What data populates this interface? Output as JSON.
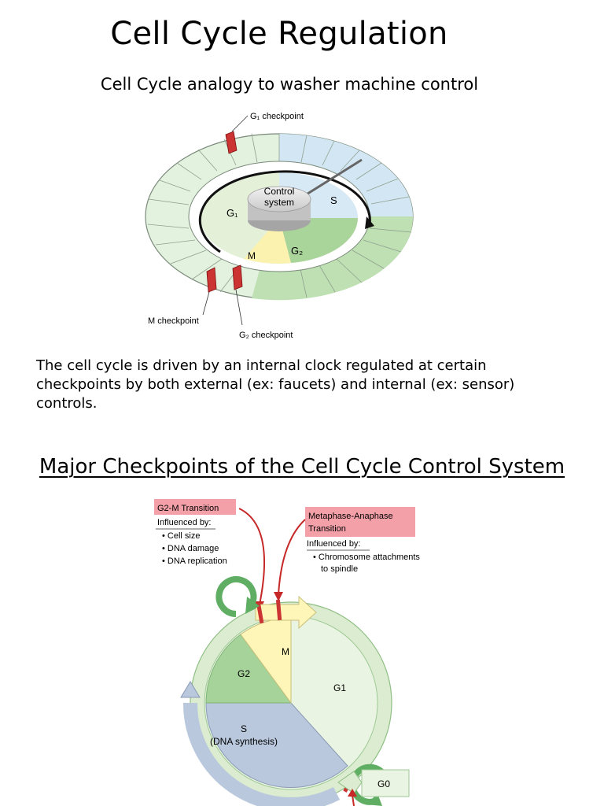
{
  "page": {
    "title": "Cell Cycle Regulation",
    "subtitle": "Cell Cycle analogy to washer machine control",
    "paragraph": "The cell cycle is driven by an internal clock regulated at certain checkpoints by both external (ex: faucets) and internal (ex: sensor) controls.",
    "heading2": "Major Checkpoints of the Cell Cycle Control System"
  },
  "figure1": {
    "g1_checkpoint": "G₁ checkpoint",
    "control_line1": "Control",
    "control_line2": "system",
    "g1": "G₁",
    "s": "S",
    "m": "M",
    "g2": "G₂",
    "m_checkpoint": "M checkpoint",
    "g2_checkpoint": "G₂ checkpoint"
  },
  "figure2": {
    "g2m_title": "G2-M Transition",
    "influenced_by_1": "Influenced by:",
    "g2m_factors": [
      "Cell size",
      "DNA damage",
      "DNA replication"
    ],
    "meta_title_line1": "Metaphase-Anaphase",
    "meta_title_line2": "Transition",
    "influenced_by_2": "Influenced by:",
    "meta_factor_line1": "Chromosome attachments",
    "meta_factor_line2": "to spindle",
    "m": "M",
    "g2": "G2",
    "g1": "G1",
    "s_line1": "S",
    "s_line2": "(DNA synthesis)",
    "g0": "G0"
  },
  "colors": {
    "checkpoint_red": "#cc3333",
    "label_box_pink": "#f4a0a8",
    "g1_green": "#d8ecc8",
    "g2_green": "#a6d39a",
    "s_blue": "#b5c6dc",
    "m_yellow": "#fdf6b8",
    "arrow_green": "#5fae63"
  }
}
